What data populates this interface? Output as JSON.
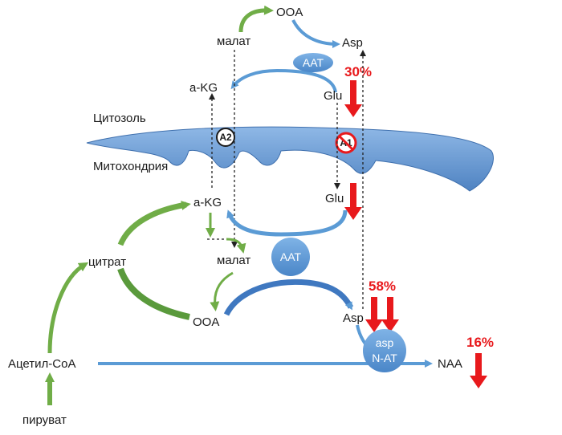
{
  "labels": {
    "ooa_top": "OOA",
    "malat_top": "малат",
    "asp_top": "Asp",
    "akg_top": "a-KG",
    "glu_top": "Glu",
    "cytosol": "Цитозоль",
    "mitochondria": "Митохондрия",
    "akg_mito": "a-KG",
    "glu_mito": "Glu",
    "citrate": "цитрат",
    "malat_mito": "малат",
    "ooa_mito": "OOA",
    "asp_mito": "Asp",
    "acetyl_coa": "Ацетил-CoA",
    "pyruvate": "пируват",
    "naa": "NAA"
  },
  "enzymes": {
    "aat_top": "AAT",
    "aat_mito": "AAT",
    "asp_nat_line1": "asp",
    "asp_nat_line2": "N-AT"
  },
  "transporters": {
    "a1": "A1",
    "a2": "A2"
  },
  "percentages": {
    "glu_asp_exchange": "30%",
    "asp_mito": "58%",
    "naa": "16%"
  },
  "colors": {
    "pathway_blue": "#5b9bd5",
    "enzyme_blue": "#5b9bd5",
    "membrane_blue": "#6d9ed6",
    "cycle_green": "#70ad47",
    "decrease_red": "#e8191c"
  }
}
